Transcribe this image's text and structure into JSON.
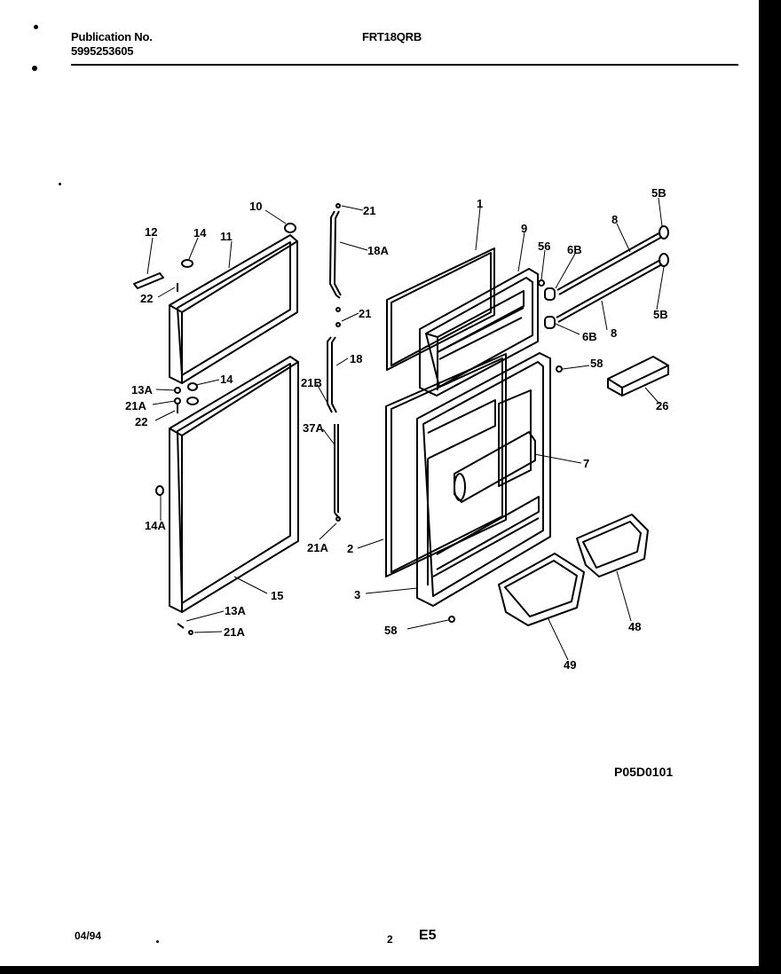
{
  "header": {
    "publication_label": "Publication No.",
    "publication_number": "5995253605",
    "model": "FRT18QRB"
  },
  "diagram_code": "P05D0101",
  "footer": {
    "date": "04/94",
    "page": "2",
    "section": "E5"
  },
  "callouts": {
    "c10": "10",
    "c21a": "21",
    "c18a": "18A",
    "c21b": "21",
    "c18": "18",
    "c12": "12",
    "c14a": "14",
    "c11": "11",
    "c22a": "22",
    "c13a": "13A",
    "c14b": "14",
    "c21a1": "21A",
    "c22b": "22",
    "c21B": "21B",
    "c37A": "37A",
    "c14A": "14A",
    "c21a2": "21A",
    "c15": "15",
    "c13a2": "13A",
    "c21a3": "21A",
    "c1": "1",
    "c9": "9",
    "c56": "56",
    "c6Ba": "6B",
    "c8a": "8",
    "c5Ba": "5B",
    "c6Bb": "6B",
    "c8b": "8",
    "c5Bb": "5B",
    "c58a": "58",
    "c26": "26",
    "c7": "7",
    "c2": "2",
    "c3": "3",
    "c58b": "58",
    "c48": "48",
    "c49": "49"
  }
}
